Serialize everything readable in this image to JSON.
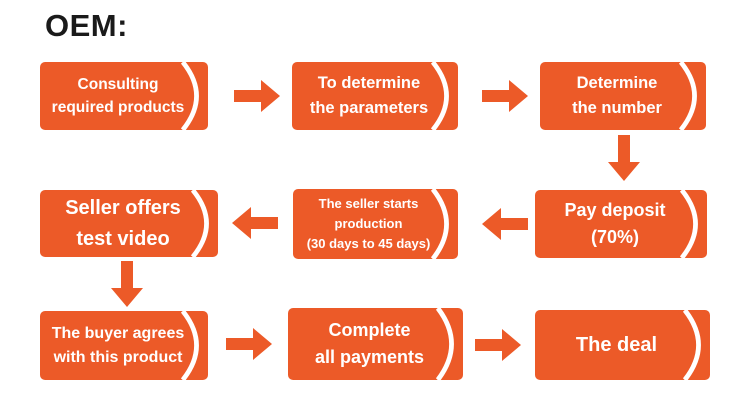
{
  "title": "OEM:",
  "colors": {
    "accent": "#EC5A28",
    "box_fill": "#EC5A28",
    "arrow_fill": "#EC5A28",
    "box_text": "#FFFFFF",
    "ribbon_arc": "#FFFFFF",
    "title_text": "#1A1A1A",
    "background": "#FFFFFF"
  },
  "flow": {
    "boxes": [
      {
        "id": "consulting",
        "lines": [
          "Consulting",
          "required products"
        ]
      },
      {
        "id": "parameters",
        "lines": [
          "To determine",
          "the parameters"
        ]
      },
      {
        "id": "number",
        "lines": [
          "Determine",
          "the number"
        ]
      },
      {
        "id": "deposit",
        "lines": [
          "Pay deposit",
          "(70%)"
        ]
      },
      {
        "id": "production",
        "lines": [
          "The seller starts",
          "production",
          "(30 days to 45 days)"
        ]
      },
      {
        "id": "video",
        "lines": [
          "Seller offers",
          "test video"
        ]
      },
      {
        "id": "agree",
        "lines": [
          "The buyer agrees",
          "with this product"
        ]
      },
      {
        "id": "payments",
        "lines": [
          "Complete",
          "all payments"
        ]
      },
      {
        "id": "deal",
        "lines": [
          "The deal"
        ]
      }
    ],
    "arrows": [
      {
        "id": "consulting-to-parameters",
        "direction": "right"
      },
      {
        "id": "parameters-to-number",
        "direction": "right"
      },
      {
        "id": "number-to-deposit",
        "direction": "down"
      },
      {
        "id": "deposit-to-production",
        "direction": "left"
      },
      {
        "id": "production-to-video",
        "direction": "left"
      },
      {
        "id": "video-to-agree",
        "direction": "down"
      },
      {
        "id": "agree-to-payments",
        "direction": "right"
      },
      {
        "id": "payments-to-deal",
        "direction": "right"
      }
    ]
  }
}
